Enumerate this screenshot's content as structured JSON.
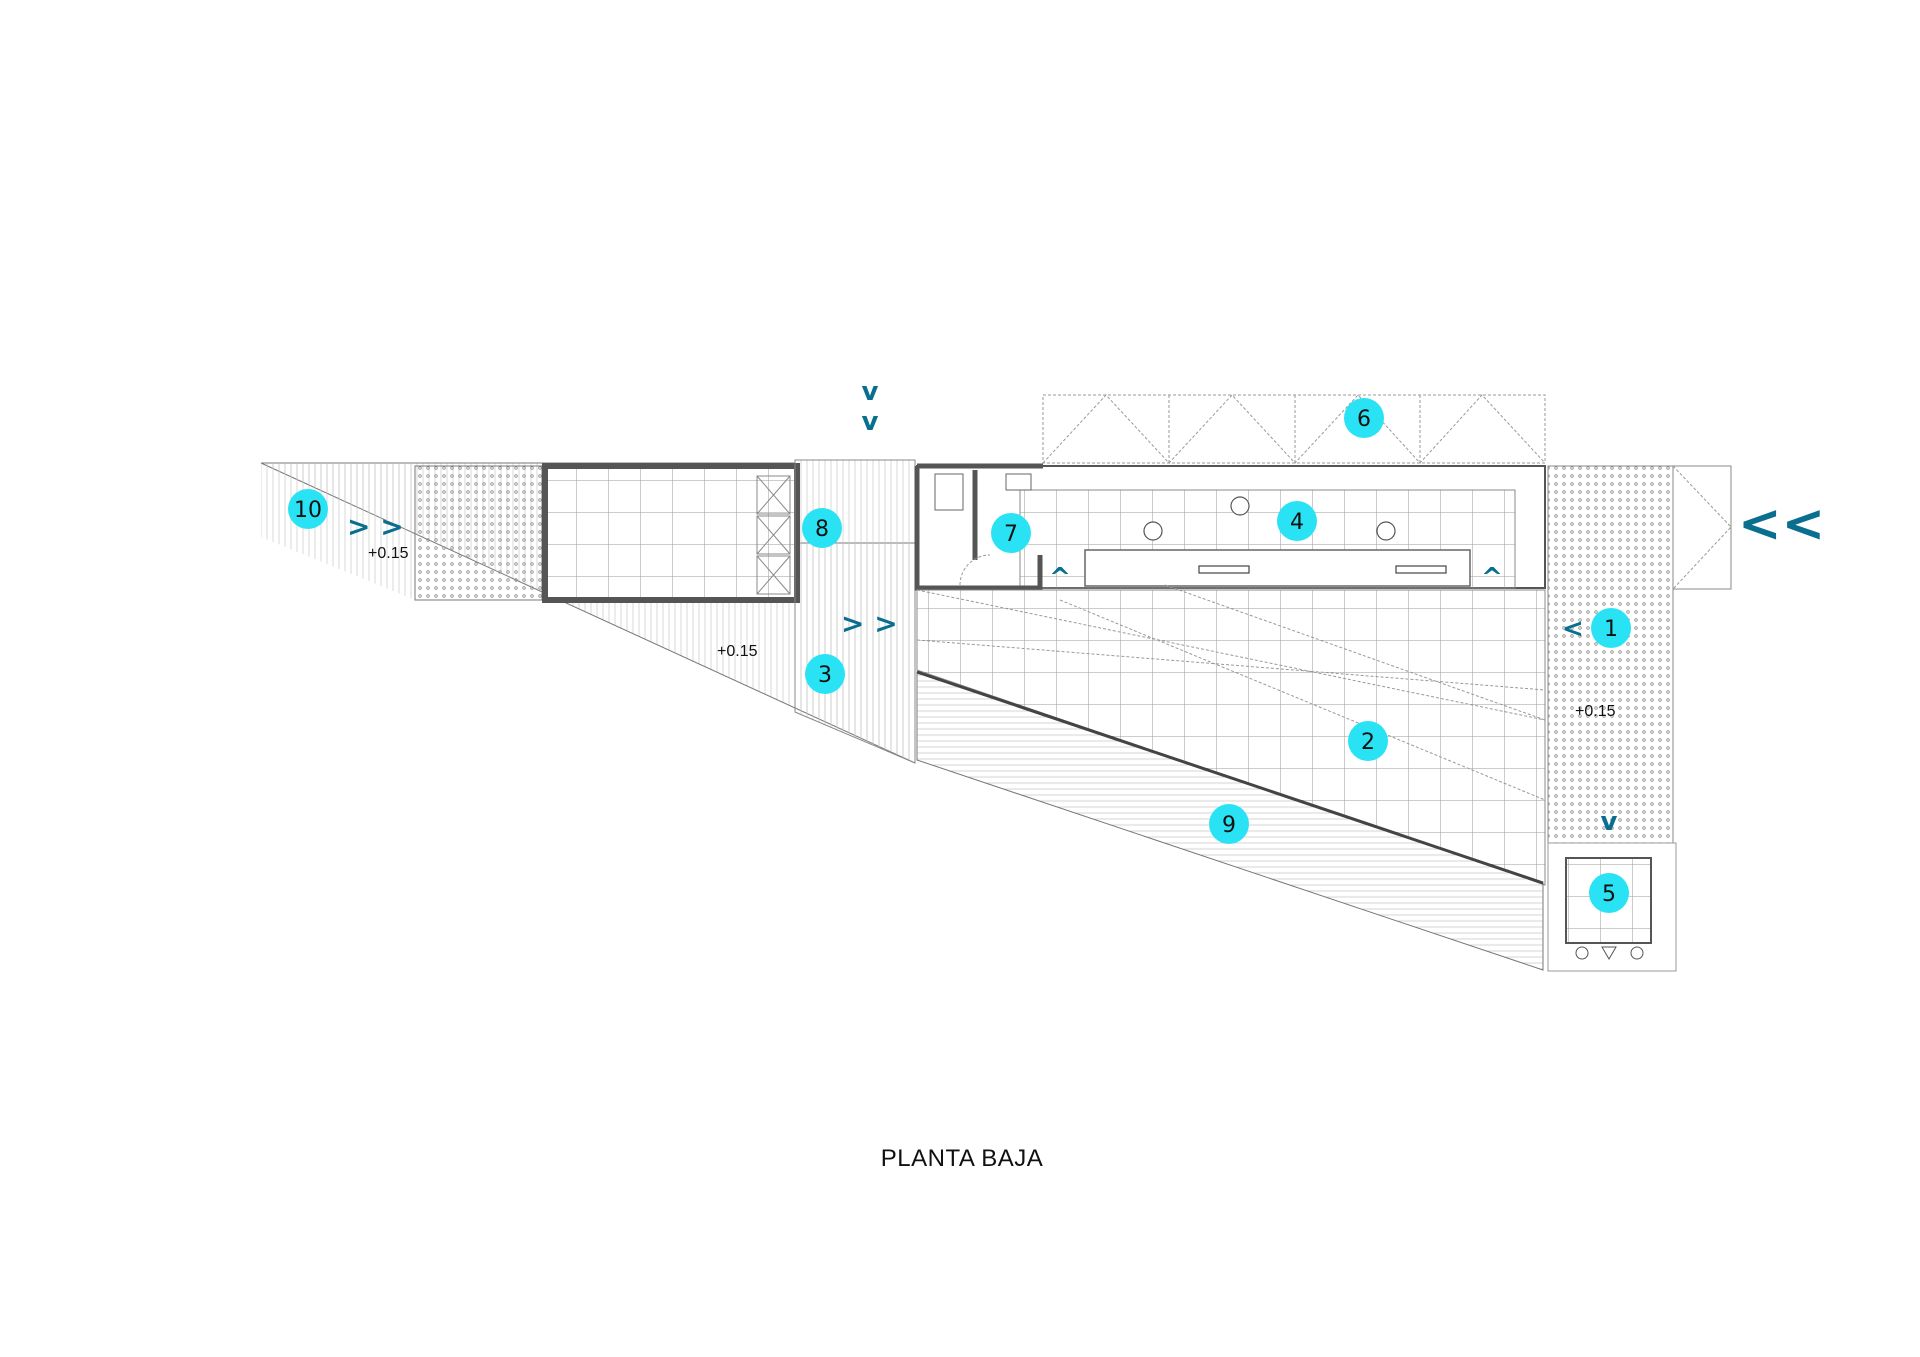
{
  "title": "PLANTA BAJA",
  "colors": {
    "marker_fill": "#29e3f5",
    "marker_text": "#111111",
    "arrow": "#0a6f8f",
    "line": "#555555",
    "wall": "#555555"
  },
  "markers": [
    "10",
    "8",
    "3",
    "7",
    "4",
    "6",
    "1",
    "2",
    "9",
    "5"
  ],
  "elevations": [
    "+0.15",
    "+0.15",
    "+0.15"
  ],
  "arrows": [
    "> >",
    "> >",
    "v",
    "v",
    "<<",
    "<",
    "^",
    "^",
    "v"
  ]
}
